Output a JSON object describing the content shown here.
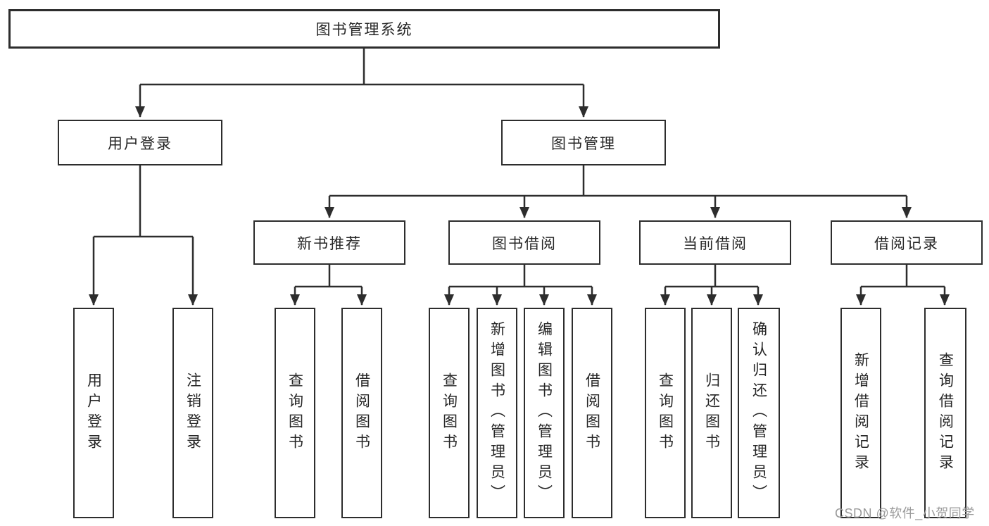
{
  "colors": {
    "line": "#2d2d2d",
    "box_border": "#2d2d2d",
    "text": "#262626",
    "background": "#ffffff",
    "watermark": "#9b9b9b"
  },
  "watermark": "CSDN @软件_小贺同学",
  "tree": {
    "root": {
      "label": "图书管理系统",
      "children": [
        {
          "label": "用户登录",
          "children": [
            {
              "label": "用户登录"
            },
            {
              "label": "注销登录"
            }
          ]
        },
        {
          "label": "图书管理",
          "children": [
            {
              "label": "新书推荐",
              "children": [
                {
                  "label": "查询图书"
                },
                {
                  "label": "借阅图书"
                }
              ]
            },
            {
              "label": "图书借阅",
              "children": [
                {
                  "label": "查询图书"
                },
                {
                  "label": "新增图书（管理员）"
                },
                {
                  "label": "编辑图书（管理员）"
                },
                {
                  "label": "借阅图书"
                }
              ]
            },
            {
              "label": "当前借阅",
              "children": [
                {
                  "label": "查询图书"
                },
                {
                  "label": "归还图书"
                },
                {
                  "label": "确认归还（管理员）"
                }
              ]
            },
            {
              "label": "借阅记录",
              "children": [
                {
                  "label": "新增借阅记录"
                },
                {
                  "label": "查询借阅记录"
                }
              ]
            }
          ]
        }
      ]
    }
  }
}
